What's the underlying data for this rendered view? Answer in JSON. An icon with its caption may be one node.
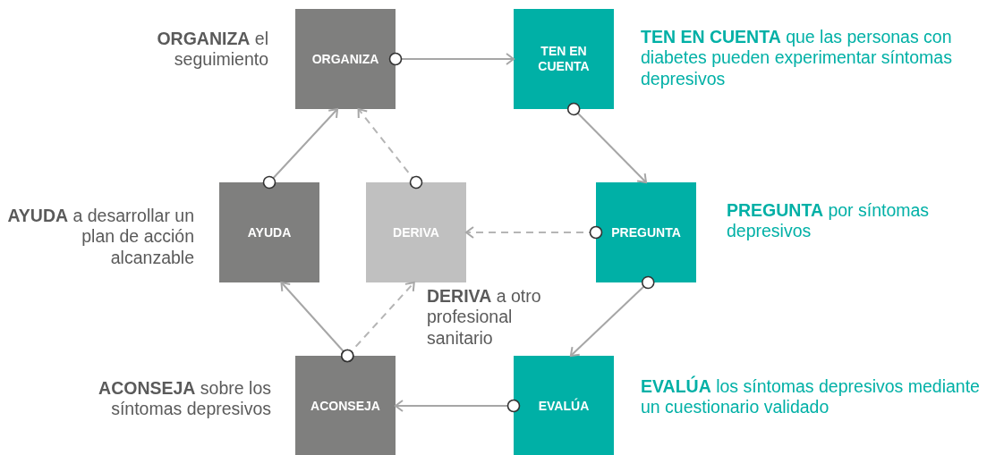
{
  "diagram": {
    "nodes": [
      {
        "text": [
          "ORGANIZA"
        ],
        "beside": [
          "**ORGANIZA** el seguimiento"
        ]
      },
      {
        "text": [
          "TEN EN CUENTA"
        ],
        "beside": [
          "**TEN EN CUENTA** que las personas con diabetes pueden experimentar síntomas depresivos"
        ]
      },
      {
        "text": [
          "PREGUNTA"
        ],
        "beside": [
          "**PREGUNTA** por síntomas depresivos"
        ]
      },
      {
        "text": [
          "AYUDA"
        ],
        "beside": [
          "**AYUDA** a desarrollar un plan de acción alcanzable"
        ]
      },
      {
        "text": [
          "DERIVA"
        ],
        "beside": [
          "**DERIVA** a otro profesional sanitario"
        ]
      },
      {
        "text": [
          "ACONSEJA"
        ],
        "beside": [
          "**ACONSEJA** sobre los síntomas depresivos"
        ]
      },
      {
        "text": [
          "EVALÚA"
        ],
        "beside": [
          "**EVALÚA** los síntomas depresivos mediante un cuestionario validado"
        ]
      }
    ],
    "edges": [
      {
        "from": 0,
        "to": 1,
        "arrow": "to"
      },
      {
        "from": 1,
        "to": 2,
        "arrow": "to"
      },
      {
        "from": 2,
        "to": 4,
        "arrow": "to",
        "style": "dashed"
      },
      {
        "from": 2,
        "to": 6,
        "arrow": "to"
      },
      {
        "from": 6,
        "to": 5,
        "arrow": "to"
      },
      {
        "from": 5,
        "to": 3,
        "arrow": "to"
      },
      {
        "from": 5,
        "to": 4,
        "arrow": "to",
        "style": "dashed"
      },
      {
        "from": 3,
        "to": 0,
        "arrow": "to"
      },
      {
        "from": 4,
        "to": 0,
        "arrow": "to",
        "style": "dashed"
      }
    ]
  }
}
